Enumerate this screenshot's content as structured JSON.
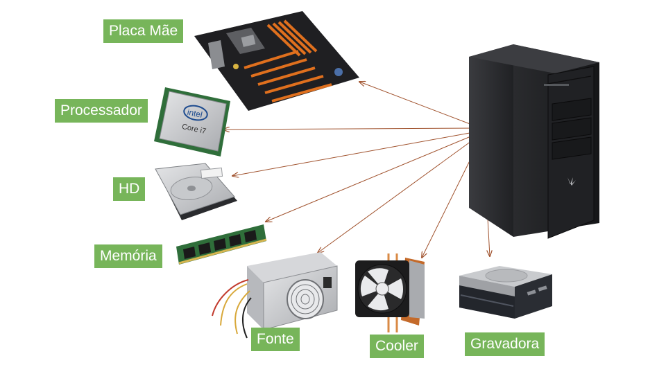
{
  "components": {
    "motherboard": {
      "label": "Placa Mãe"
    },
    "processor": {
      "label": "Processador",
      "chip_brand": "intel",
      "chip_model": "Core i7"
    },
    "hard_drive": {
      "label": "HD"
    },
    "memory": {
      "label": "Memória"
    },
    "power_supply": {
      "label": "Fonte"
    },
    "cooler": {
      "label": "Cooler"
    },
    "optical_drive": {
      "label": "Gravadora"
    }
  },
  "colors": {
    "label_background": "#77b55a",
    "label_text": "#ffffff",
    "arrow": "#a0522d",
    "pcb": "#1f1f22",
    "slot_accent": "#e0701e"
  }
}
